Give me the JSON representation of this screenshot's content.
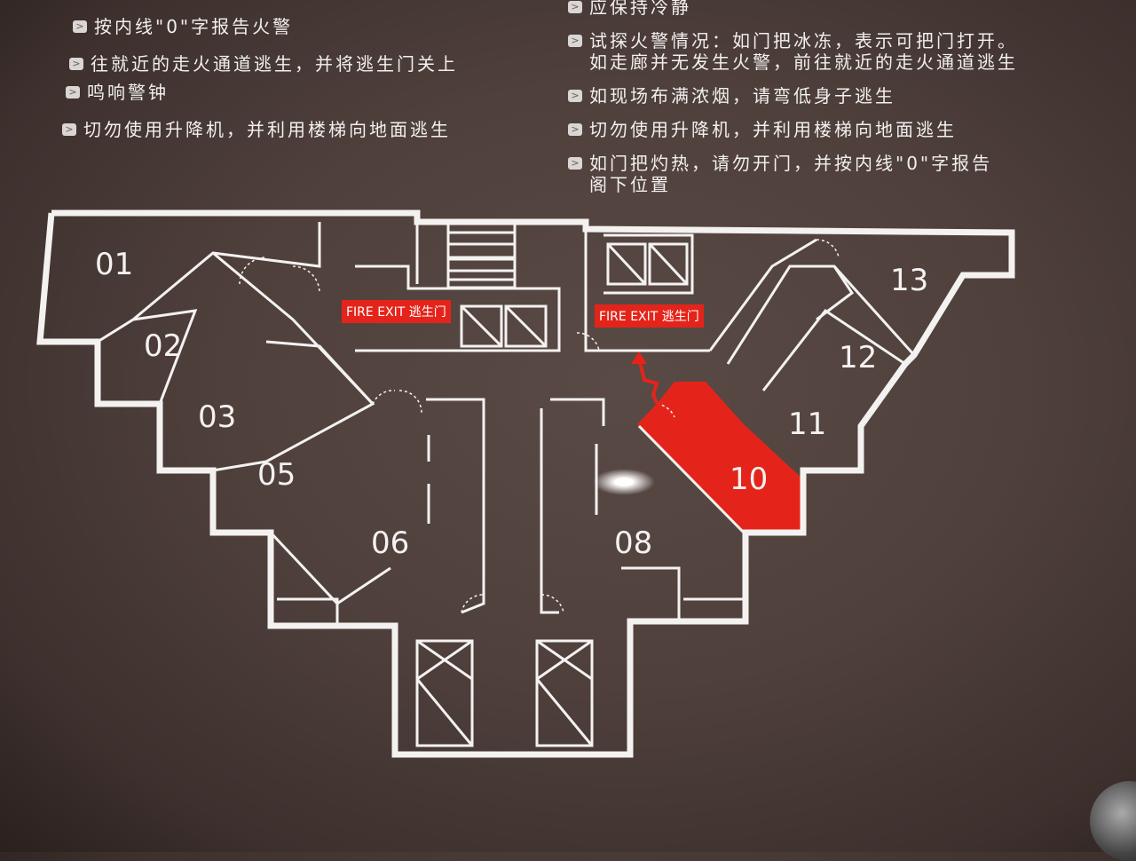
{
  "instructions_left": [
    "按内线\"0\"字报告火警",
    "往就近的走火通道逃生，并将逃生门关上",
    "鸣响警钟",
    "切勿使用升降机，并利用楼梯向地面逃生"
  ],
  "instructions_right": [
    "应保持冷静",
    "试探火警情况：如门把冰冻，表示可把门打开。\n如走廊并无发生火警，前往就近的走火通道逃生",
    "如现场布满浓烟，请弯低身子逃生",
    "切勿使用升降机，并利用楼梯向地面逃生",
    "如门把灼热，请勿开门，并按内线\"0\"字报告\n阁下位置"
  ],
  "bullet_glyph": ">",
  "fire_exit_labels": [
    "FIRE EXIT 逃生门",
    "FIRE EXIT 逃生门"
  ],
  "rooms": [
    "01",
    "02",
    "03",
    "05",
    "06",
    "08",
    "10",
    "11",
    "12",
    "13"
  ],
  "current_location_room": "10",
  "colors": {
    "highlight": "#e4241a",
    "background": "#4f403c",
    "lines": "#f4f2f0"
  }
}
